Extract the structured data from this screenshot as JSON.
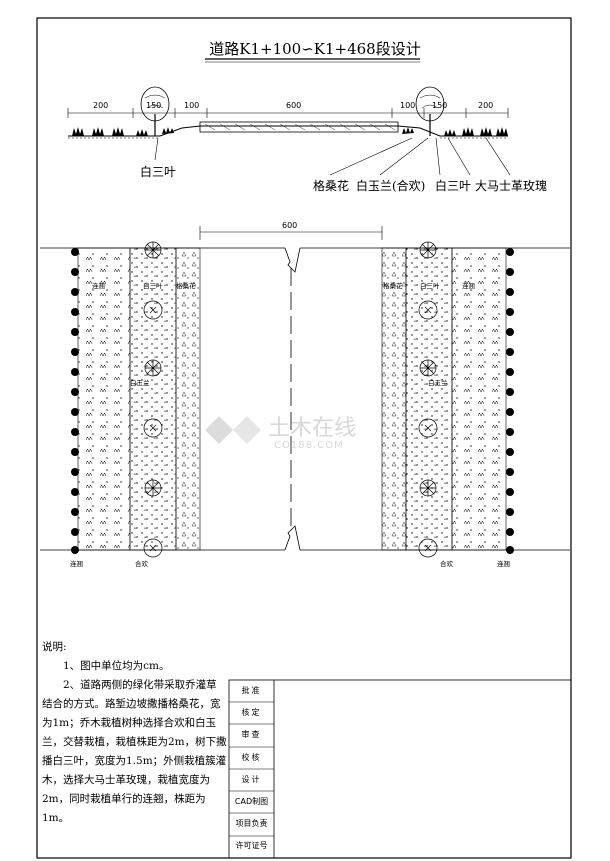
{
  "title": "道路K1+100∽K1+468段设计",
  "section": {
    "dims": [
      "200",
      "150",
      "100",
      "600",
      "100",
      "150",
      "200"
    ],
    "labels": {
      "left_baisanye": "白三叶",
      "gesanghua": "格桑花",
      "baiyulan": "白玉兰(合欢)",
      "right_baisanye": "白三叶",
      "rose": "大马士革玫瑰"
    }
  },
  "plan": {
    "road_width": "600",
    "labels": {
      "lianqiao_l": "连翘",
      "baisanye_l": "白三叶",
      "gesanghua_l": "格桑花",
      "baiyulan_l": "白玉兰",
      "hehuan_l": "合欢",
      "lianqiao_l_bottom": "连翘",
      "gesanghua_r": "格桑花",
      "baisanye_r": "白三叶",
      "lianqiao_r": "连翘",
      "baiyulan_r": "白玉兰",
      "hehuan_r": "合欢",
      "lianqiao_r_bottom": "连翘"
    }
  },
  "watermark": {
    "cn": "土木在线",
    "en": "CO188.COM"
  },
  "notes": {
    "heading": "说明:",
    "item1": "1、图中单位均为cm。",
    "item2": "2、道路两侧的绿化带采取乔灌草结合的方式。路堑边坡撒播格桑花，宽为1m；乔木栽植树种选择合欢和白玉兰，交替栽植，栽植株距为2m，树下撒播白三叶，宽度为1.5m；外侧栽植簇灌木，选择大马士革玫瑰，栽植宽度为2m，同时栽植单行的连翘，株距为1m。"
  },
  "title_block": [
    "批准",
    "核定",
    "审查",
    "校核",
    "设计",
    "CAD制图",
    "项目负责",
    "许可证号"
  ]
}
